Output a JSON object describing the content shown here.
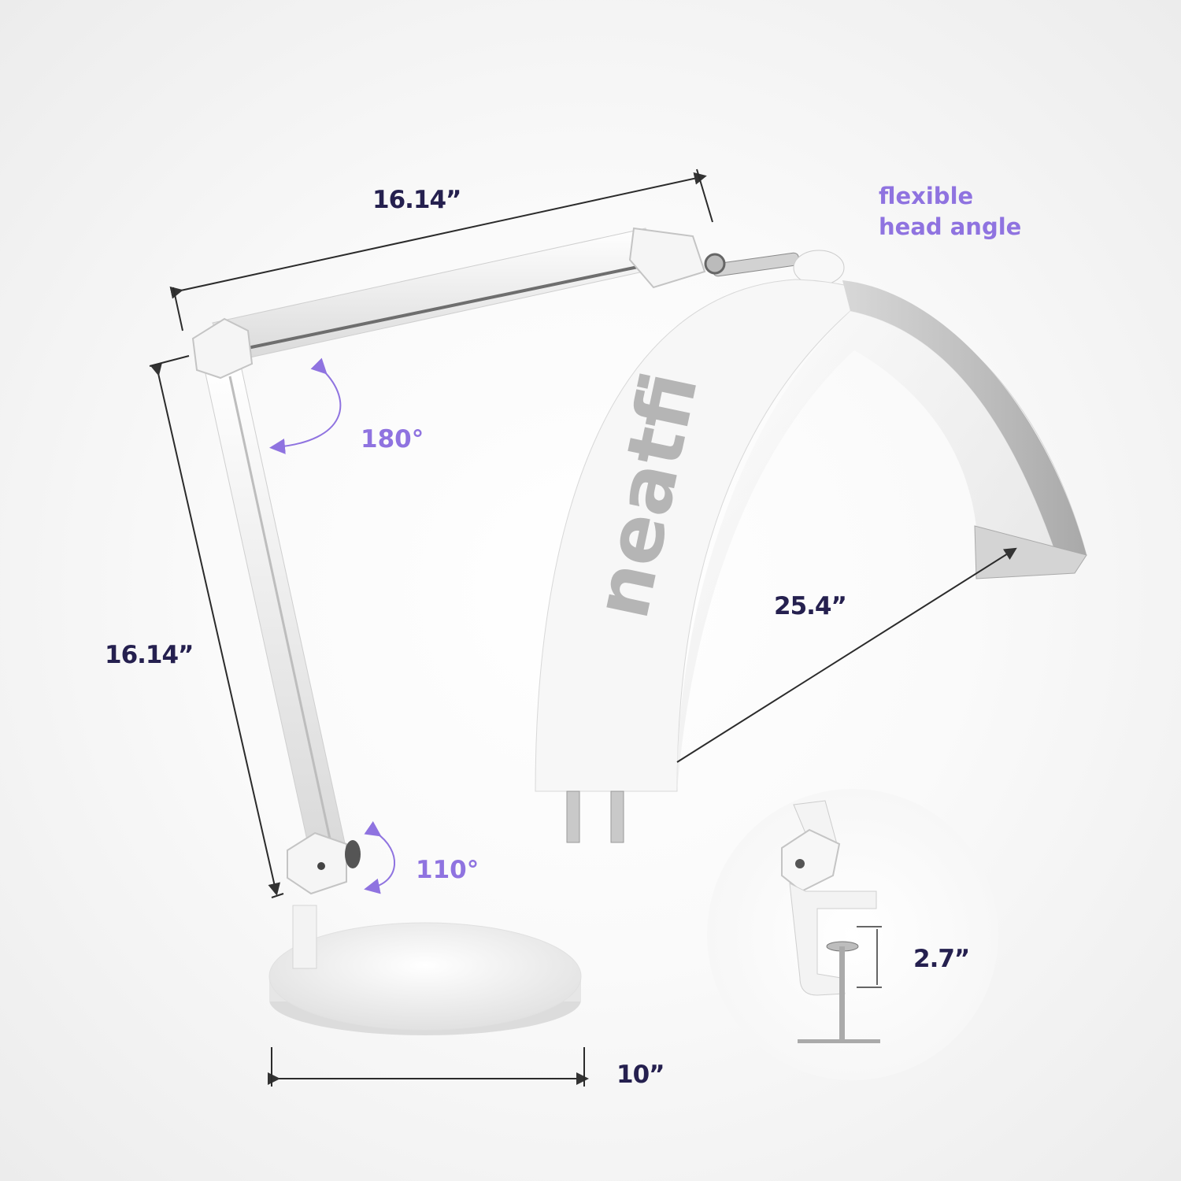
{
  "brand": {
    "logo_text": "neatfi"
  },
  "dimensions": {
    "upper_arm_length": "16.14”",
    "lower_arm_length": "16.14”",
    "lamp_head_span": "25.4”",
    "base_diameter": "10”",
    "clamp_opening": "2.7”"
  },
  "angles": {
    "elbow_rotation": "180°",
    "base_joint_rotation": "110°"
  },
  "feature_callout": {
    "line1": "flexible",
    "line2": "head angle"
  },
  "colors": {
    "dimension_text": "#25204f",
    "accent_purple": "#8f73e0",
    "lamp_white": "#f7f7f7",
    "lamp_shadow": "#b8b8b8"
  }
}
